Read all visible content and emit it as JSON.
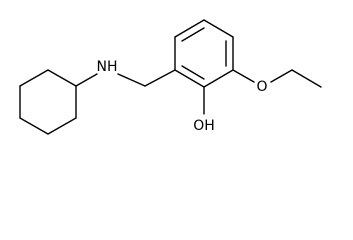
{
  "molecule": {
    "atoms": {
      "amine": "NH",
      "hydroxyl": "OH",
      "ether_oxygen": "O"
    },
    "colors": {
      "bond": "#000000",
      "background": "#ffffff"
    }
  }
}
